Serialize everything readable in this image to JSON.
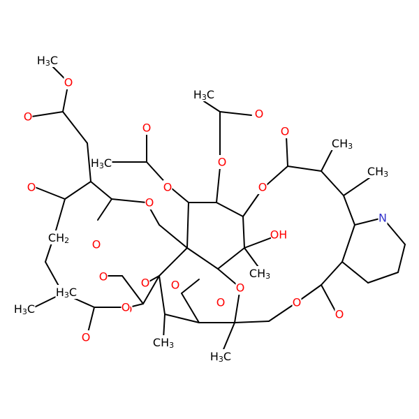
{
  "molecule": {
    "colors": {
      "carbon": "#000000",
      "oxygen": "#ff0000",
      "nitrogen": "#3333cc",
      "background": "#ffffff"
    },
    "labels": [
      {
        "id": "me-ester-ch3",
        "element": "C",
        "text": "H3C",
        "parts": [
          [
            "H",
            ""
          ],
          [
            "3",
            "sub"
          ],
          [
            "C",
            ""
          ]
        ]
      },
      {
        "id": "ester-o-1",
        "element": "O",
        "text": "O"
      },
      {
        "id": "carbonyl-o-1",
        "element": "O",
        "text": "O"
      },
      {
        "id": "ketone-o",
        "element": "O",
        "text": "O"
      },
      {
        "id": "ch2",
        "element": "C",
        "text": "CH2",
        "parts": [
          [
            "CH",
            ""
          ],
          [
            "2",
            "sub"
          ]
        ]
      },
      {
        "id": "left-ch3",
        "element": "C",
        "text": "H3C",
        "parts": [
          [
            "H",
            ""
          ],
          [
            "3",
            "sub"
          ],
          [
            "C",
            ""
          ]
        ]
      },
      {
        "id": "carbonyl-o-2",
        "element": "O",
        "text": "O"
      },
      {
        "id": "ester-o-2",
        "element": "O",
        "text": "O"
      },
      {
        "id": "acetate-ch3-1",
        "element": "C",
        "text": "H3C",
        "parts": [
          [
            "H",
            ""
          ],
          [
            "3",
            "sub"
          ],
          [
            "C",
            ""
          ]
        ]
      },
      {
        "id": "acetate-o-1",
        "element": "O",
        "text": "O"
      },
      {
        "id": "acetate-o-2",
        "element": "O",
        "text": "O"
      },
      {
        "id": "top-ch3",
        "element": "C",
        "text": "H3C",
        "parts": [
          [
            "H",
            ""
          ],
          [
            "3",
            "sub"
          ],
          [
            "C",
            ""
          ]
        ]
      },
      {
        "id": "top-acetate-co",
        "element": "O",
        "text": "O"
      },
      {
        "id": "top-acetate-o",
        "element": "O",
        "text": "O"
      },
      {
        "id": "ring-o-acyl",
        "element": "O",
        "text": "O"
      },
      {
        "id": "macro-co-top",
        "element": "O",
        "text": "O"
      },
      {
        "id": "ch3-right-1",
        "element": "C",
        "text": "CH3",
        "parts": [
          [
            "CH",
            ""
          ],
          [
            "3",
            "sub"
          ]
        ]
      },
      {
        "id": "ch3-right-2",
        "element": "C",
        "text": "CH3",
        "parts": [
          [
            "CH",
            ""
          ],
          [
            "3",
            "sub"
          ]
        ]
      },
      {
        "id": "pyridine-n",
        "element": "N",
        "text": "N"
      },
      {
        "id": "oh",
        "element": "O",
        "text": "OH"
      },
      {
        "id": "ch3-ring",
        "element": "C",
        "text": "CH3",
        "parts": [
          [
            "CH",
            ""
          ],
          [
            "3",
            "sub"
          ]
        ]
      },
      {
        "id": "macro-ester-o",
        "element": "O",
        "text": "O"
      },
      {
        "id": "macro-co-bottom",
        "element": "O",
        "text": "O"
      },
      {
        "id": "acetate-co-left",
        "element": "O",
        "text": "O"
      },
      {
        "id": "acetate-o-left",
        "element": "O",
        "text": "O"
      },
      {
        "id": "acetate-ch3-left",
        "element": "C",
        "text": "H3C",
        "parts": [
          [
            "H",
            ""
          ],
          [
            "3",
            "sub"
          ],
          [
            "C",
            ""
          ]
        ]
      },
      {
        "id": "epoxy-o",
        "element": "O",
        "text": "O"
      },
      {
        "id": "bridge-o",
        "element": "O",
        "text": "O"
      },
      {
        "id": "lower-o-1",
        "element": "O",
        "text": "O"
      },
      {
        "id": "lower-o-2",
        "element": "O",
        "text": "O"
      },
      {
        "id": "lower-o-3",
        "element": "O",
        "text": "O"
      },
      {
        "id": "lower-ch3",
        "element": "C",
        "text": "CH3",
        "parts": [
          [
            "CH",
            ""
          ],
          [
            "3",
            "sub"
          ]
        ]
      },
      {
        "id": "bottom-ch3",
        "element": "C",
        "text": "H3C",
        "parts": [
          [
            "H",
            ""
          ],
          [
            "3",
            "sub"
          ],
          [
            "C",
            ""
          ]
        ]
      },
      {
        "id": "lower-co",
        "element": "O",
        "text": "O"
      }
    ]
  }
}
